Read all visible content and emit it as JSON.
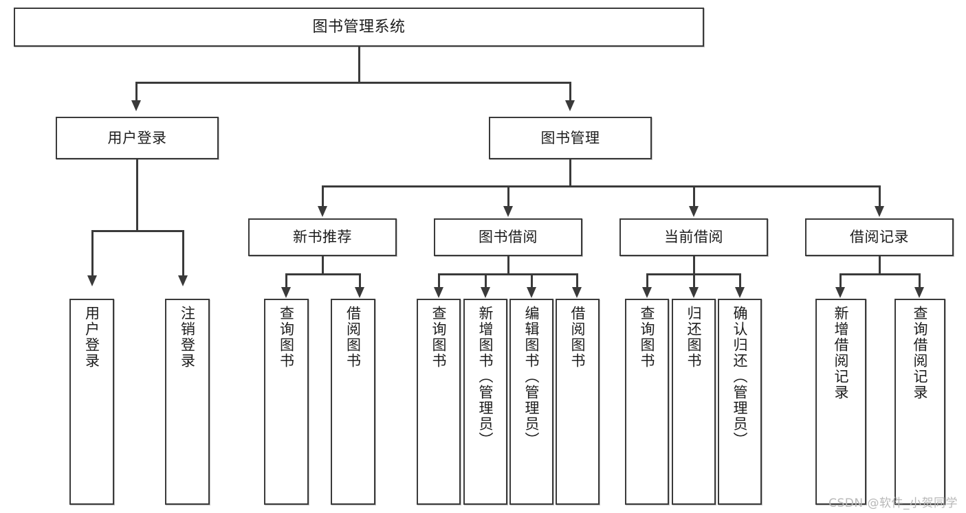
{
  "diagram": {
    "type": "tree",
    "title": "图书管理系统",
    "root": {
      "label": "图书管理系统"
    },
    "level1": [
      {
        "label": "用户登录"
      },
      {
        "label": "图书管理"
      }
    ],
    "level2": [
      {
        "label": "新书推荐"
      },
      {
        "label": "图书借阅"
      },
      {
        "label": "当前借阅"
      },
      {
        "label": "借阅记录"
      }
    ],
    "leaves": {
      "user_login": [
        {
          "label": "用户登录"
        },
        {
          "label": "注销登录"
        }
      ],
      "new_book_recommend": [
        {
          "label": "查询图书"
        },
        {
          "label": "借阅图书"
        }
      ],
      "book_borrow": [
        {
          "label": "查询图书"
        },
        {
          "label": "新增图书（管理员）"
        },
        {
          "label": "编辑图书（管理员）"
        },
        {
          "label": "借阅图书"
        }
      ],
      "current_borrow": [
        {
          "label": "查询图书"
        },
        {
          "label": "归还图书"
        },
        {
          "label": "确认归还（管理员）"
        }
      ],
      "borrow_record": [
        {
          "label": "新增借阅记录"
        },
        {
          "label": "查询借阅记录"
        }
      ]
    }
  },
  "watermark": {
    "text": "CSDN @软件_小贺同学"
  },
  "colors": {
    "stroke": "#3a3a3a",
    "text": "#1c1c1c",
    "background": "#ffffff",
    "watermark": "#b8b8b8"
  }
}
